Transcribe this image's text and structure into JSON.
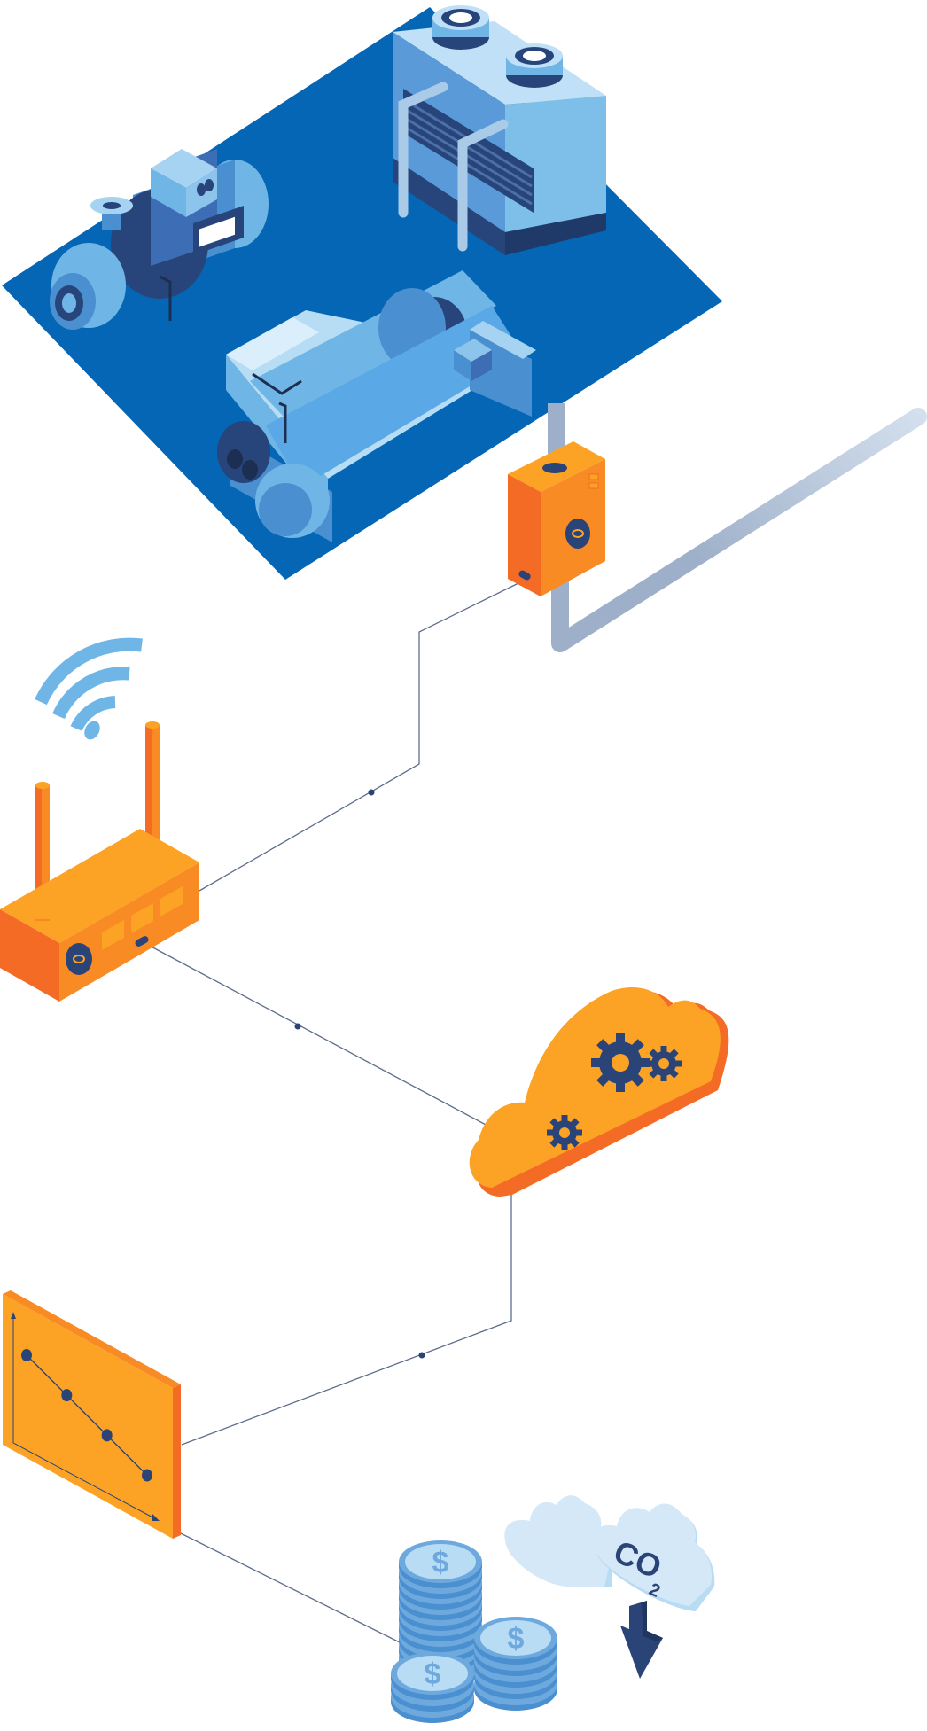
{
  "colors": {
    "plant_floor": "#0466b4",
    "equipment_light": "#6fb6e6",
    "equipment_mid": "#4a8fd0",
    "equipment_dark": "#27457a",
    "orange_light": "#fca326",
    "orange_mid": "#f88b24",
    "orange_dark": "#f46b26",
    "navy": "#2b4478",
    "connector_line": "#5d6d8c",
    "pipe": "#9eb0c9",
    "coin_light": "#b9dcf5",
    "coin_mid": "#6ea9de",
    "cloud_pale": "#d4e8f7"
  },
  "icons": [
    "industrial-pump-icon",
    "cooling-tower-icon",
    "chiller-icon",
    "sensor-box-icon",
    "wifi-icon",
    "router-icon",
    "cloud-processing-icon",
    "gear-icon",
    "trend-chart-panel-icon",
    "coin-stack-icon",
    "dollar-icon",
    "co2-cloud-icon",
    "down-arrow-icon"
  ],
  "labels": {
    "co2_main": "CO",
    "co2_sub": "2",
    "currency_symbol": "$"
  },
  "chart_data": {
    "type": "line",
    "x": [
      1,
      2,
      3,
      4
    ],
    "values": [
      4,
      3,
      2,
      1
    ],
    "title": "",
    "xlabel": "",
    "ylabel": ""
  }
}
